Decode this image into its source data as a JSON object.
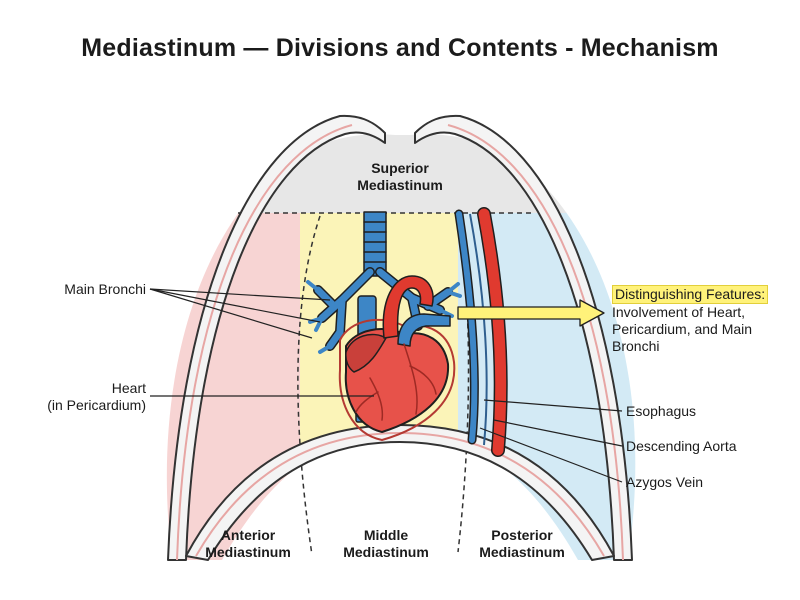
{
  "title": "Mediastinum — Divisions and Contents - Mechanism",
  "regions": {
    "superior": [
      "Superior",
      "Mediastinum"
    ],
    "anterior": [
      "Anterior",
      "Mediastinum"
    ],
    "middle": [
      "Middle",
      "Mediastinum"
    ],
    "posterior": [
      "Posterior",
      "Mediastinum"
    ]
  },
  "labels": {
    "main_bronchi": "Main Bronchi",
    "heart": [
      "Heart",
      "(in Pericardium)"
    ],
    "esophagus": "Esophagus",
    "descending_aorta": "Descending Aorta",
    "azygos_vein": "Azygos Vein"
  },
  "feature": {
    "heading": "Distinguishing Features:",
    "lines": [
      "Involvement of Heart,",
      "Pericardium, and Main",
      "Bronchi"
    ]
  },
  "colors": {
    "anterior_fill": "#f7d4d3",
    "middle_fill": "#fbf4b8",
    "posterior_fill": "#d3eaf5",
    "superior_fill": "#e7e7e7",
    "heart": "#e7524a",
    "vessel_blue": "#3d86c6",
    "aorta_red": "#e03a2f",
    "highlight": "#fff27a"
  }
}
